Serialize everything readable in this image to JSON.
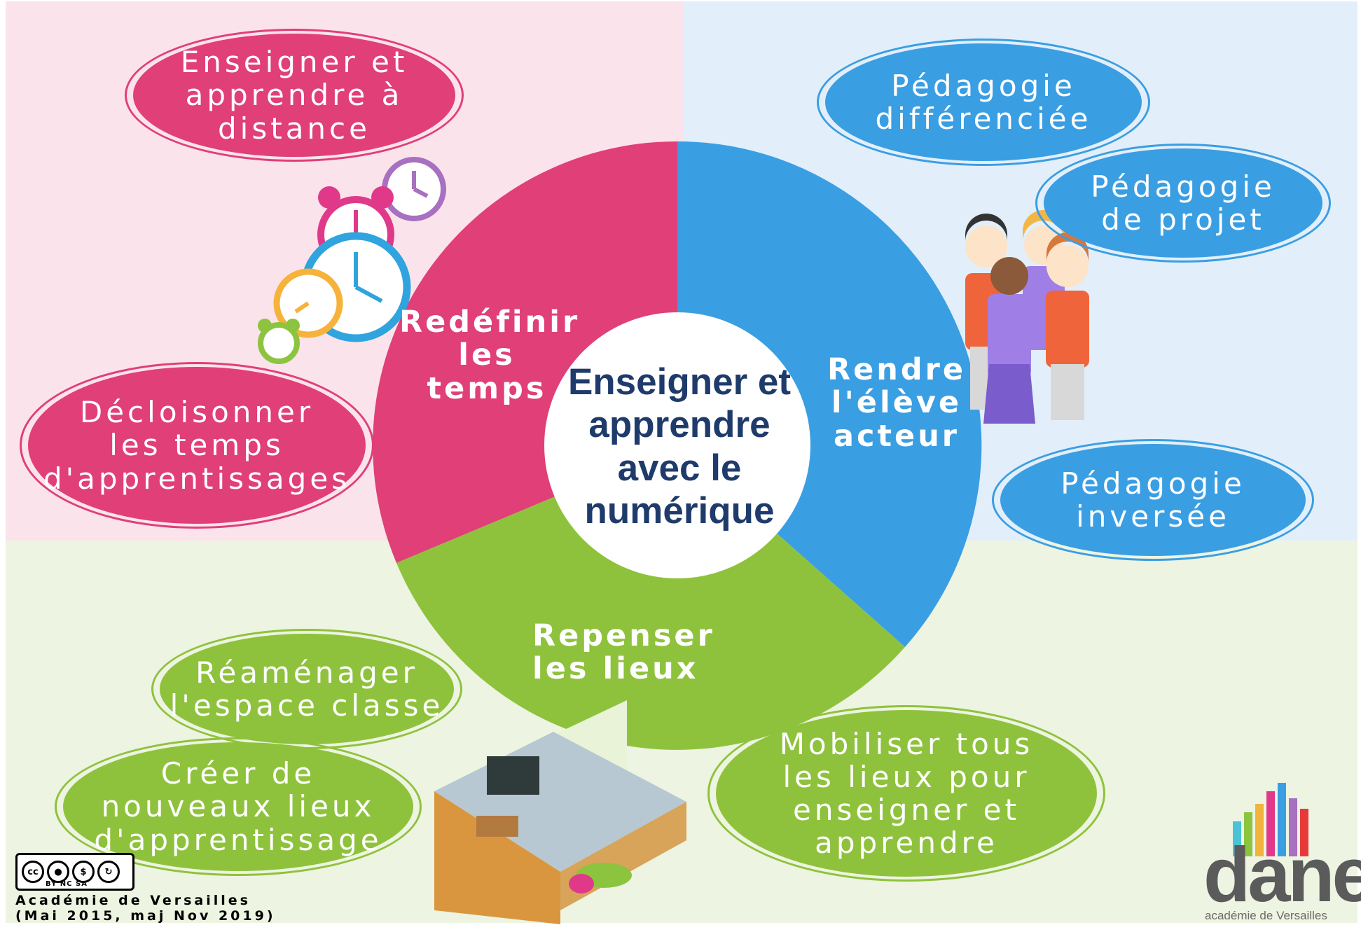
{
  "center": {
    "title": "Enseigner et\napprendre\navec le\nnumérique"
  },
  "segments": {
    "time": "Redéfinir\nles\ntemps",
    "student": "Rendre\nl'élève\nacteur",
    "places": "Repenser\nles lieux"
  },
  "ovals": {
    "distance": "Enseigner et\napprendre à\ndistance",
    "decloisonner": "Décloisonner\nles temps\nd'apprentissages",
    "differenciee": "Pédagogie\ndifférenciée",
    "projet": "Pédagogie\nde projet",
    "inversee": "Pédagogie\ninversée",
    "reamenager": "Réaménager\nl'espace classe",
    "creer": "Créer de\nnouveaux lieux\nd'apprentissage",
    "mobiliser": "Mobiliser tous\nles lieux pour\nenseigner et\napprendre"
  },
  "credit": {
    "cc_letters": "cc",
    "license": "BY  NC  SA",
    "text": "Académie de Versailles\n(Mai 2015, maj Nov 2019)"
  },
  "logo": {
    "word": "dane",
    "subtitle": "académie de Versailles"
  },
  "colors": {
    "pink": "#e03f77",
    "blue": "#3a9ee3",
    "green": "#8fc23c",
    "navy": "#1e3b6b"
  }
}
